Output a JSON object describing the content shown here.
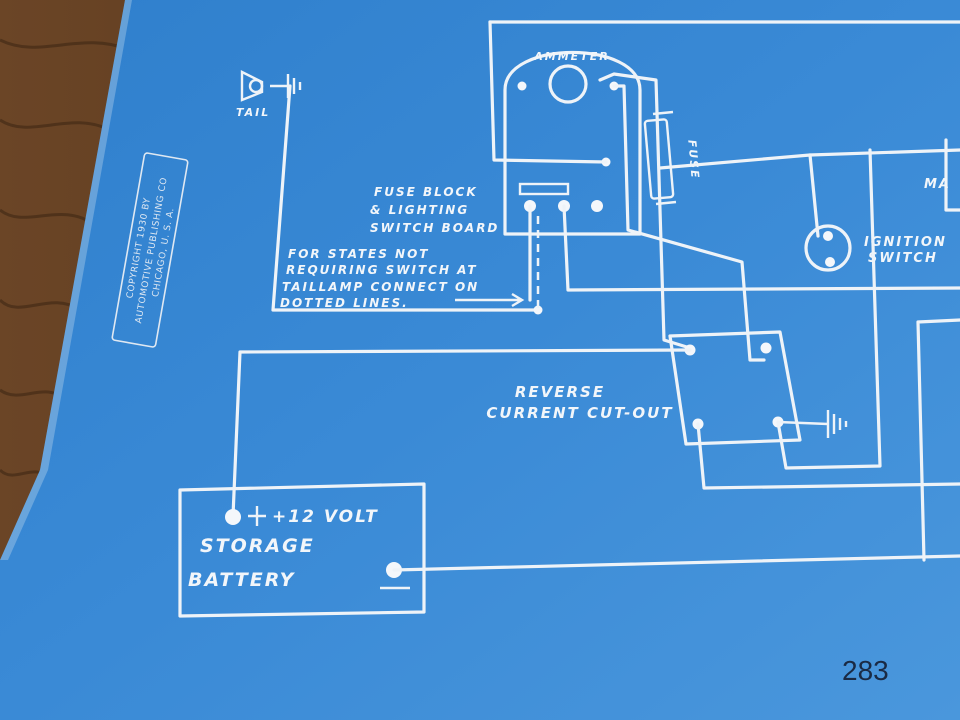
{
  "diagram": {
    "labels": {
      "ammeter": "AMMETER",
      "fuse": "FUSE",
      "tail": "TAIL",
      "fuse_block_line1": "FUSE BLOCK",
      "fuse_block_line2": "& LIGHTING",
      "fuse_block_line3": "SWITCH BOARD",
      "note_line1": "FOR STATES NOT",
      "note_line2": "REQUIRING SWITCH AT",
      "note_line3": "TAILLAMP CONNECT ON",
      "note_line4": "DOTTED LINES.",
      "main_partial": "MA",
      "ignition_line1": "IGNITION",
      "ignition_line2": "SWITCH",
      "reverse_line1": "REVERSE",
      "reverse_line2": "CURRENT CUT-OUT",
      "battery_line1": "+12 VOLT",
      "battery_line2": "STORAGE",
      "battery_line3": "BATTERY"
    },
    "copyright": {
      "line1": "COPYRIGHT 1930 BY",
      "line2": "AUTOMOTIVE PUBLISHING CO",
      "line3": "CHICAGO, U. S. A."
    },
    "page_number": "283"
  },
  "colors": {
    "blueprint": "#3a86d0",
    "ink": "#eef3f8",
    "wood": "#5a3a20"
  }
}
